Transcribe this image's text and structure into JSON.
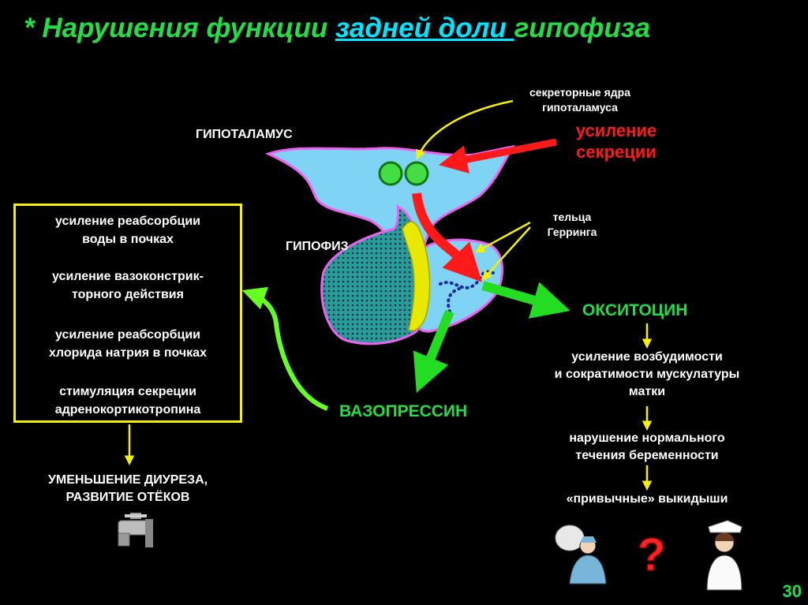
{
  "title": {
    "prefix": "*  Нарушения функции ",
    "highlight": "задней доли ",
    "suffix": "гипофиза"
  },
  "labels": {
    "hypothalamus": "ГИПОТАЛАМУС",
    "pituitary": "ГИПОФИЗ",
    "secretory_nuclei": [
      "секреторные ядра",
      "гипоталамуса"
    ],
    "increased_secretion": [
      "усиление",
      "секреции"
    ],
    "herring_bodies": [
      "тельца",
      "Герринга"
    ]
  },
  "vasopressin": {
    "name": "ВАЗОПРЕССИН",
    "effects": [
      [
        "усиление реабсорбции",
        "воды в почках"
      ],
      [
        "усиление вазоконстрик-",
        "торного действия"
      ],
      [
        "усиление реабсорбции",
        "хлорида натрия в почках"
      ],
      [
        "стимуляция секреции",
        "адренокортикотропина"
      ]
    ],
    "outcome": [
      "УМЕНЬШЕНИЕ ДИУРЕЗА,",
      "РАЗВИТИЕ ОТЁКОВ"
    ]
  },
  "oxytocin": {
    "name": "ОКСИТОЦИН",
    "chain": [
      [
        "усиление возбудимости",
        "и сократимости мускулатуры",
        "матки"
      ],
      [
        "нарушение нормального",
        "течения беременности"
      ],
      [
        "«привычные» выкидыши"
      ]
    ]
  },
  "icons": [
    "faucet-icon",
    "surgeon-icon",
    "question-mark-icon",
    "nurse-icon"
  ],
  "colors": {
    "accent_green": "#22dd44",
    "title_highlight": "#00e5ff",
    "box_border": "#f5f000",
    "arrow_red": "#ff1a1a"
  },
  "page_number": "30"
}
